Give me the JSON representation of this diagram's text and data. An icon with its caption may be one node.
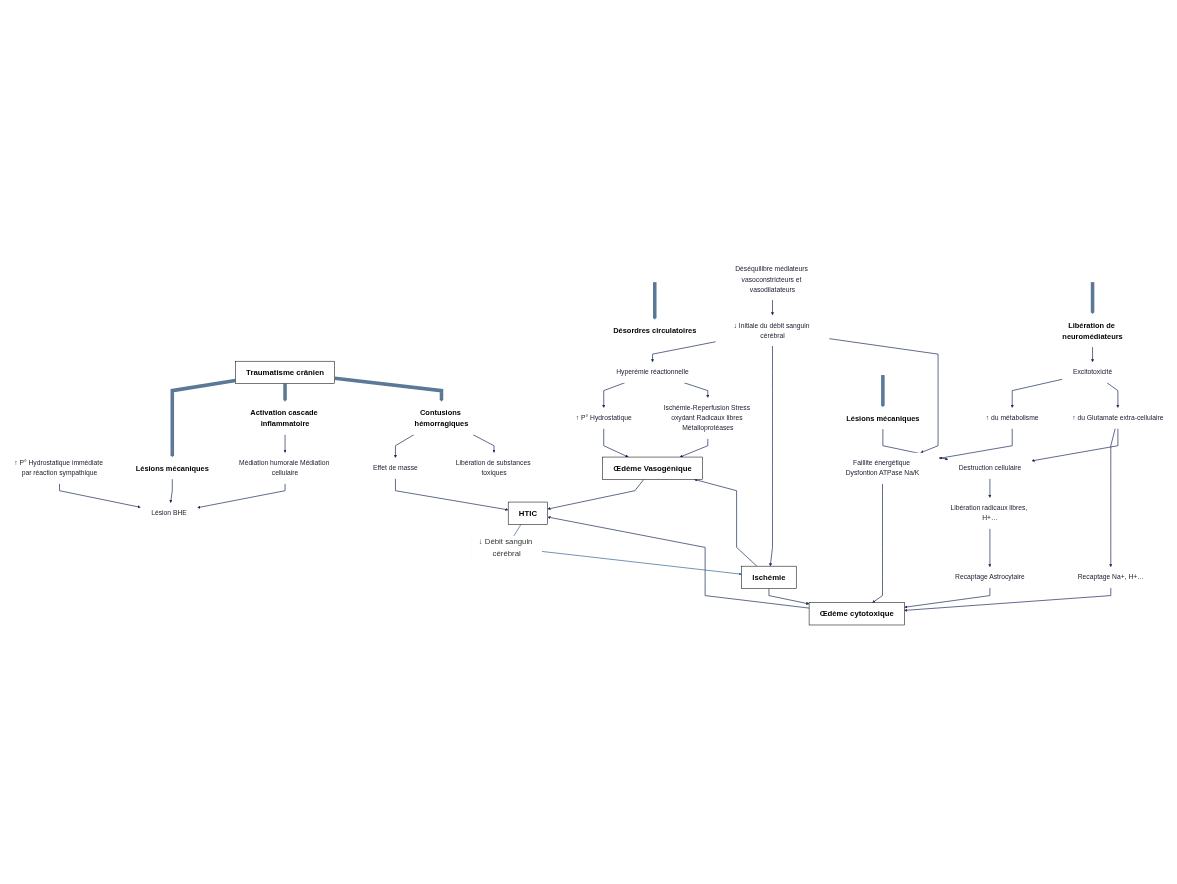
{
  "diagram": {
    "nodes": [
      {
        "text": [
          "Traumatisme crânien"
        ]
      },
      {
        "text": [
          "Lésions mécaniques"
        ]
      },
      {
        "text": [
          "Activation cascade inflammatoire"
        ]
      },
      {
        "text": [
          "Contusions hémorragiques"
        ]
      },
      {
        "text": [
          "Médiation humorale Médiation cellulaire"
        ]
      },
      {
        "text": [
          "Lésion BHE"
        ]
      },
      {
        "text": [
          "Effet de masse"
        ]
      },
      {
        "text": [
          "Libération de substances toxiques"
        ]
      },
      {
        "text": [
          "HTIC"
        ]
      },
      {
        "text": [
          "Œdème Vasogénique"
        ]
      },
      {
        "text": [
          "Œdème cytotoxique"
        ]
      },
      {
        "text": [
          "↑ P° Hydrostatique"
        ]
      },
      {
        "text": [
          "Ischémie"
        ]
      },
      {
        "text": [
          "Recaptage Astrocytaire"
        ]
      },
      {
        "text": [
          "Ischémie-Reperfusion Stress oxydant Radicaux libres Métalloprotéases"
        ]
      },
      {
        "text": [
          "Hyperémie réactionnelle"
        ]
      },
      {
        "text": [
          "Faillite énergétique Dysfontion ATPase Na/K"
        ]
      },
      {
        "text": [
          "Recaptage Na+, H+…"
        ]
      },
      {
        "text": [
          "↑ P° Hydrostatique immédiate par réaction sympathique"
        ]
      },
      {
        "text": [
          "↑ du métabolisme"
        ]
      },
      {
        "text": [
          "↓ Initiale du débit sanguin cérébral"
        ]
      },
      {
        "text": [
          "↑ du Glutamate extra-cellulaire"
        ]
      },
      {
        "text": [
          "Libération radicaux libres, H+…"
        ]
      },
      {
        "text": [
          "Excitotoxicité"
        ]
      },
      {
        "text": [
          "Destruction cellulaire"
        ]
      },
      {
        "text": [
          "Déséquilibre médiateurs vasoconstricteurs et vasodilatateurs"
        ]
      },
      {
        "text": [
          "Désordres circulatoires"
        ]
      },
      {
        "text": [
          "Libération de neuromédiateurs"
        ]
      },
      {
        "text": [
          "Lésions mécaniques"
        ]
      }
    ],
    "edges": [
      {
        "from": 0,
        "to": 1,
        "arrow": "to",
        "style": "thick",
        "color": "#5b7896"
      },
      {
        "from": 0,
        "to": 2,
        "arrow": "to",
        "style": "thick",
        "color": "#5b7896"
      },
      {
        "from": 0,
        "to": 3,
        "arrow": "to",
        "style": "thick",
        "color": "#5b7896"
      },
      {
        "from": 1,
        "to": 5,
        "arrow": "to"
      },
      {
        "from": 2,
        "to": 4,
        "arrow": "to"
      },
      {
        "from": 4,
        "to": 5,
        "arrow": "to"
      },
      {
        "from": 3,
        "to": 6,
        "arrow": "to"
      },
      {
        "from": 3,
        "to": 7,
        "arrow": "to"
      },
      {
        "from": 6,
        "to": 8,
        "arrow": "to"
      },
      {
        "from": 9,
        "to": 8,
        "arrow": "to"
      },
      {
        "from": 10,
        "to": 8,
        "arrow": "to"
      },
      {
        "from": 8,
        "to": 12,
        "arrow": "to",
        "label": "↓ Débit sanguin cérébral",
        "color": "#3a6794"
      },
      {
        "from": 12,
        "to": 9,
        "arrow": "to"
      },
      {
        "from": 12,
        "to": 10,
        "arrow": "to"
      },
      {
        "from": 11,
        "to": 9,
        "arrow": "to"
      },
      {
        "from": 14,
        "to": 9,
        "arrow": "to"
      },
      {
        "from": 15,
        "to": 11,
        "arrow": "to"
      },
      {
        "from": 15,
        "to": 14,
        "arrow": "to"
      },
      {
        "from": 18,
        "to": 5,
        "arrow": "to"
      },
      {
        "from": 20,
        "to": 15,
        "arrow": "to"
      },
      {
        "from": 20,
        "to": 12,
        "arrow": "to"
      },
      {
        "from": 20,
        "to": 16,
        "arrow": "to"
      },
      {
        "from": 25,
        "to": 20,
        "arrow": "to"
      },
      {
        "from": 16,
        "to": 10,
        "arrow": "to"
      },
      {
        "from": 17,
        "to": 10,
        "arrow": "to"
      },
      {
        "from": 13,
        "to": 10,
        "arrow": "to"
      },
      {
        "from": 19,
        "to": 16,
        "arrow": "to"
      },
      {
        "from": 23,
        "to": 19,
        "arrow": "to"
      },
      {
        "from": 23,
        "to": 21,
        "arrow": "to"
      },
      {
        "from": 21,
        "to": 17,
        "arrow": "to"
      },
      {
        "from": 21,
        "to": 24,
        "arrow": "to"
      },
      {
        "from": 24,
        "to": 22,
        "arrow": "to"
      },
      {
        "from": 22,
        "to": 13,
        "arrow": "to"
      },
      {
        "from": 27,
        "to": 23,
        "arrow": "to"
      },
      {
        "from": 28,
        "to": 24,
        "arrow": "to"
      },
      {
        "from": null,
        "to": 26,
        "arrow": "to",
        "style": "thick",
        "color": "#5b7896"
      },
      {
        "from": null,
        "to": 27,
        "arrow": "to",
        "style": "thick",
        "color": "#5b7896"
      },
      {
        "from": null,
        "to": 28,
        "arrow": "to",
        "style": "thick",
        "color": "#5b7896"
      }
    ]
  }
}
